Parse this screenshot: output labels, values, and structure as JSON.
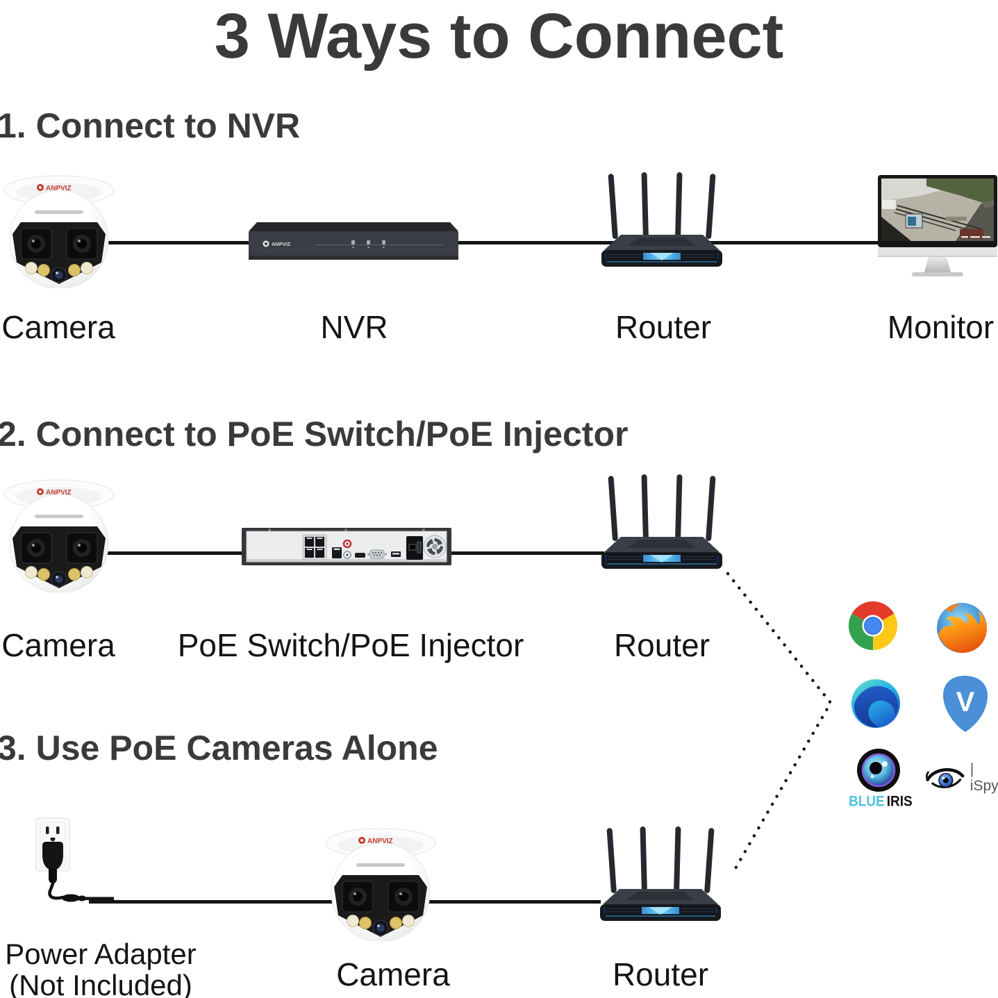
{
  "title": "3 Ways to Connect",
  "sections": {
    "s1": {
      "heading": "1. Connect to NVR",
      "labels": {
        "camera": "Camera",
        "nvr": "NVR",
        "router": "Router",
        "monitor": "Monitor"
      }
    },
    "s2": {
      "heading": "2. Connect to PoE Switch/PoE Injector",
      "labels": {
        "camera": "Camera",
        "poe": "PoE Switch/PoE Injector",
        "router": "Router"
      }
    },
    "s3": {
      "heading": "3. Use PoE Cameras Alone",
      "labels": {
        "power_line1": "Power Adapter",
        "power_line2": "(Not Included)",
        "camera": "Camera",
        "router": "Router"
      }
    }
  },
  "brand": {
    "camera_logo": "ANPVIZ",
    "nvr_logo": "ANPVIZ"
  },
  "software": {
    "v_letter": "V",
    "blueiris_word1": "BLUE",
    "blueiris_word2": "IRIS",
    "ispy_label": "| iSpy"
  },
  "colors": {
    "heading": "#3a3a3a",
    "label": "#141414",
    "line": "#141414",
    "brand_red": "#c23b2e",
    "router_glow": "#6fd2ff"
  }
}
